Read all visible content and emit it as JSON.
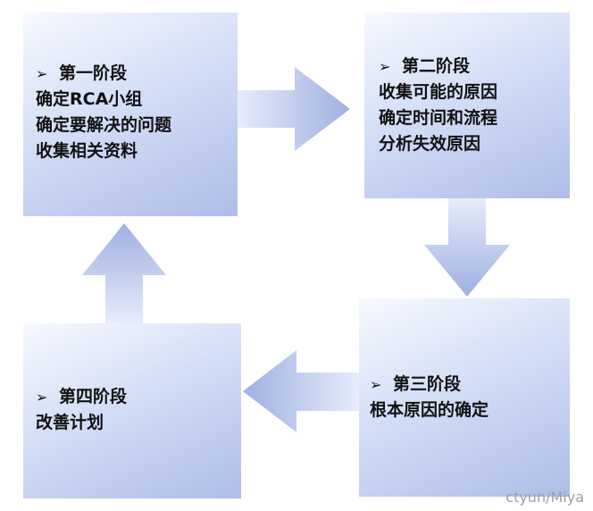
{
  "stages": [
    {
      "lines": [
        "第一阶段",
        "确定RCA小组",
        "确定要解决的问题",
        "收集相关资料"
      ]
    },
    {
      "lines": [
        "第二阶段",
        "收集可能的原因",
        "确定时间和流程",
        "分析失效原因"
      ]
    },
    {
      "lines": [
        "第三阶段",
        "根本原因的确定"
      ]
    },
    {
      "lines": [
        "第四阶段",
        "改善计划"
      ]
    }
  ],
  "bullet_glyph": "➢",
  "watermark": "ctyun/Miya",
  "colors": {
    "box_light": "#f7f9fe",
    "box_dark": "#aebde8",
    "arrow_light": "#e6ecfa",
    "arrow_dark": "#9fb0e2"
  }
}
